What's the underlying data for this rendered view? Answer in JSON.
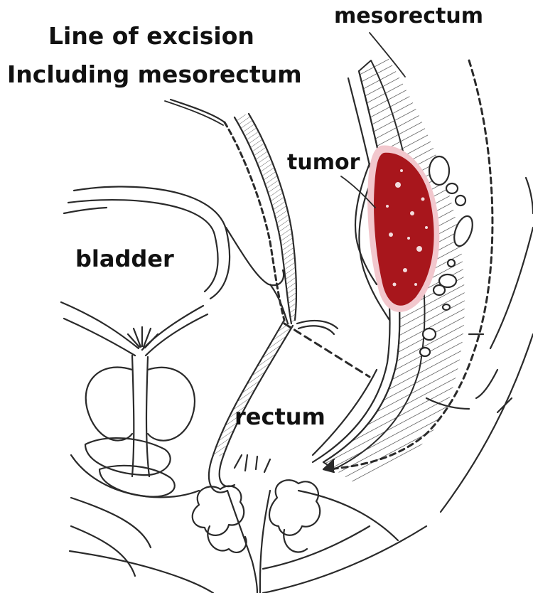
{
  "labels": {
    "line_of_excision": "Line of excision",
    "including_mesorectum": "Including mesorectum",
    "mesorectum": "mesorectum",
    "tumor": "tumor",
    "bladder": "bladder",
    "rectum": "rectum"
  },
  "colors": {
    "tumor": "#a8161c",
    "tumor_halo": "#f2c7cd",
    "line": "#2a2a2a"
  }
}
